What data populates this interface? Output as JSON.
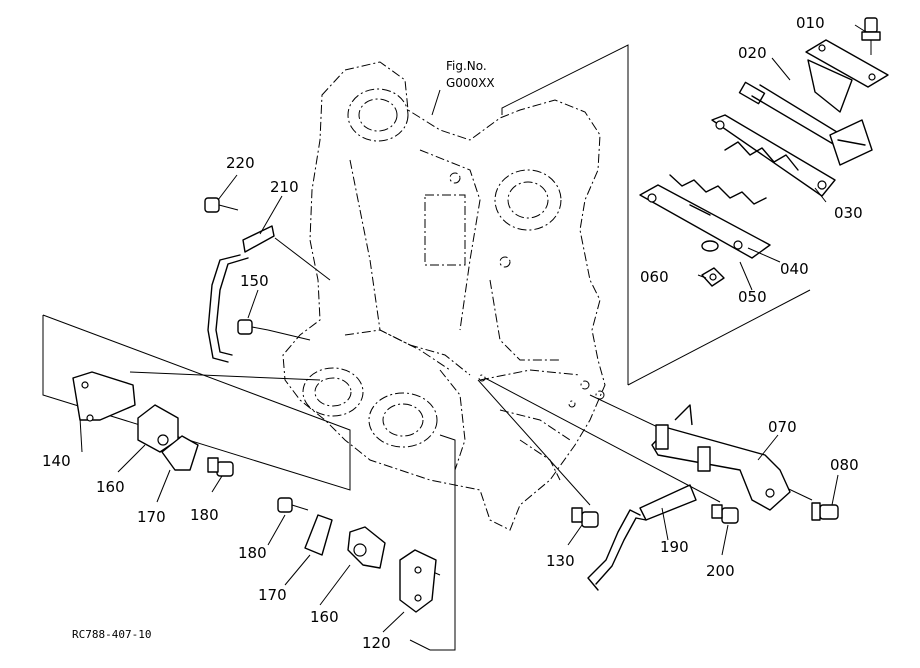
{
  "figure": {
    "fig_no_label": "Fig.No.",
    "fig_no_value": "G000XX",
    "reference_code": "RC788-407-10"
  },
  "callouts": {
    "p010": "010",
    "p020": "020",
    "p030": "030",
    "p040": "040",
    "p050": "050",
    "p060": "060",
    "p070": "070",
    "p080": "080",
    "p120": "120",
    "p130": "130",
    "p140": "140",
    "p150": "150",
    "p160a": "160",
    "p160b": "160",
    "p170a": "170",
    "p170b": "170",
    "p180a": "180",
    "p180b": "180",
    "p190": "190",
    "p200": "200",
    "p210": "210",
    "p220": "220"
  }
}
